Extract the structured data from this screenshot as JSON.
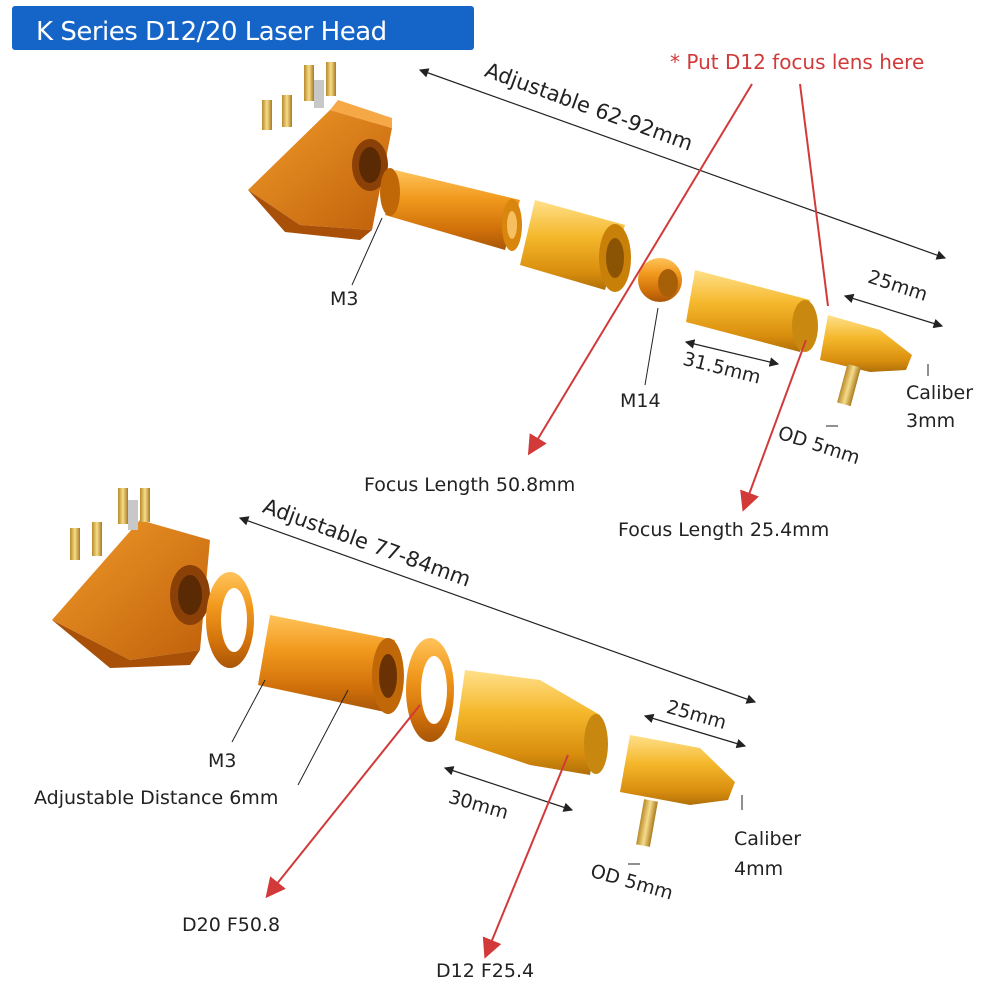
{
  "title": "K Series D12/20 Laser Head",
  "top": {
    "note": "* Put D12 focus lens here",
    "adjustable": "Adjustable 62-92mm",
    "m3": "M3",
    "m14": "M14",
    "len_25": "25mm",
    "len_31_5": "31.5mm",
    "caliber": "Caliber",
    "caliber_value": "3mm",
    "od": "OD 5mm",
    "focus_50": "Focus Length 50.8mm",
    "focus_25": "Focus Length 25.4mm"
  },
  "bottom": {
    "adjustable": "Adjustable 77-84mm",
    "m3": "M3",
    "adj_distance": "Adjustable Distance 6mm",
    "len_30": "30mm",
    "len_25": "25mm",
    "caliber": "Caliber",
    "caliber_value": "4mm",
    "od": "OD 5mm",
    "d20": "D20 F50.8",
    "d12": "D12 F25.4"
  },
  "colors": {
    "title_bg": "#1565c8",
    "part_orange": "#e88a10",
    "part_gold": "#f2b52a",
    "callout_red": "#d23a3a"
  }
}
